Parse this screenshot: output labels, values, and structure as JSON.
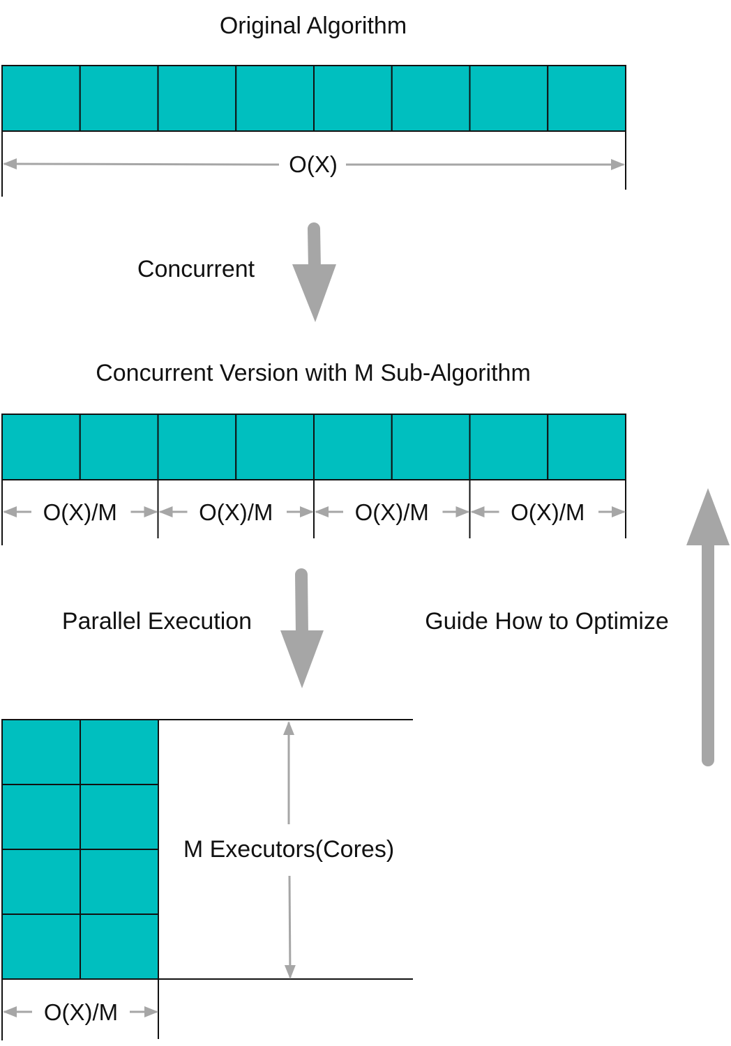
{
  "colors": {
    "cell_fill": "#00BFBF",
    "cell_stroke": "#111111",
    "arrow_gray": "#A6A6A6"
  },
  "section1": {
    "title": "Original Algorithm",
    "cells": 8,
    "span_label": "O(X)"
  },
  "step1": {
    "label": "Concurrent"
  },
  "section2": {
    "title": "Concurrent Version with M Sub-Algorithm",
    "cells": 8,
    "groups": 4,
    "group_labels": [
      "O(X)/M",
      "O(X)/M",
      "O(X)/M",
      "O(X)/M"
    ]
  },
  "step2": {
    "label": "Parallel Execution"
  },
  "feedback": {
    "label": "Guide How to Optimize"
  },
  "section3": {
    "rows": 4,
    "cols": 2,
    "height_label": "M Executors(Cores)",
    "width_label": "O(X)/M"
  }
}
